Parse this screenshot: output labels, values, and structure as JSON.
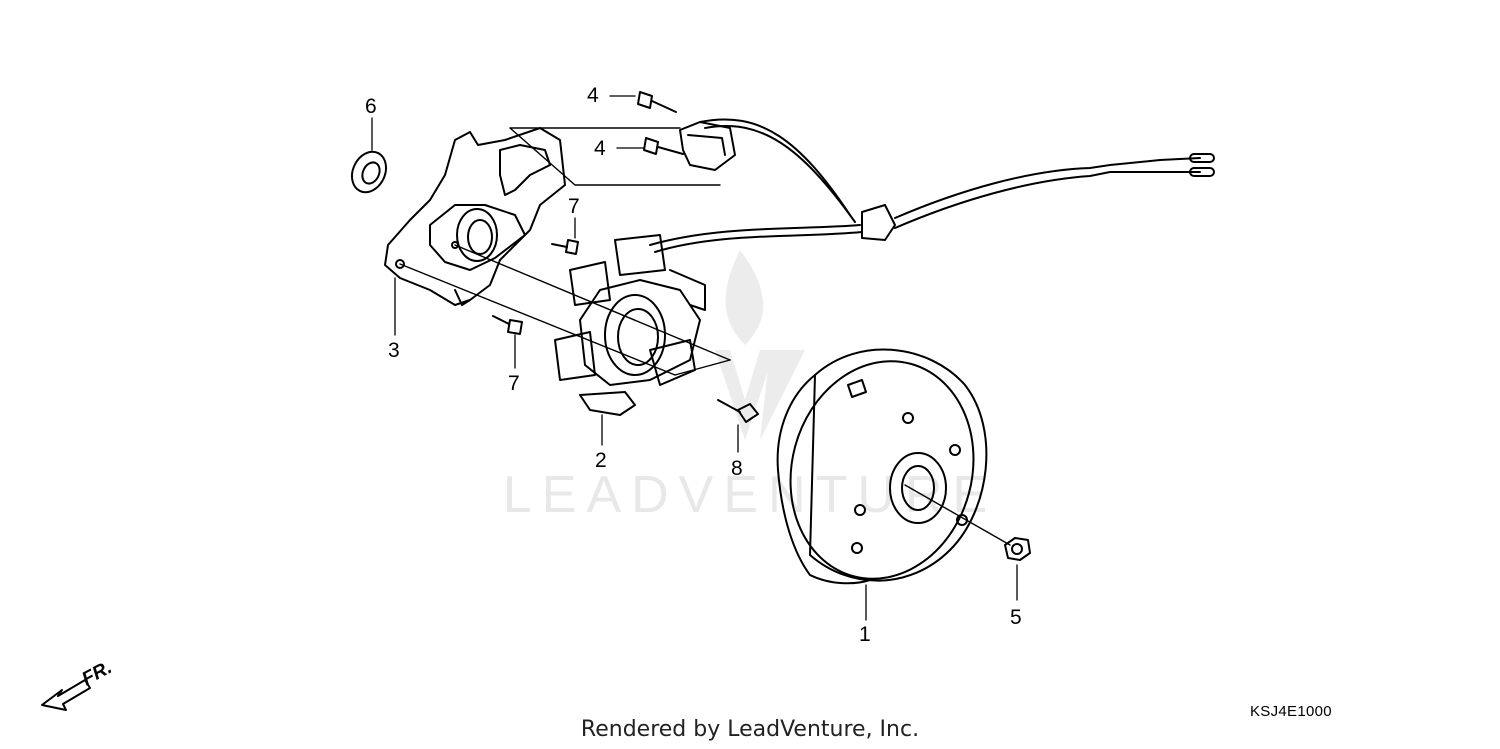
{
  "diagram": {
    "callouts": [
      {
        "id": "1",
        "label": "1"
      },
      {
        "id": "2",
        "label": "2"
      },
      {
        "id": "3",
        "label": "3"
      },
      {
        "id": "4a",
        "label": "4"
      },
      {
        "id": "4b",
        "label": "4"
      },
      {
        "id": "5",
        "label": "5"
      },
      {
        "id": "6",
        "label": "6"
      },
      {
        "id": "7a",
        "label": "7"
      },
      {
        "id": "7b",
        "label": "7"
      },
      {
        "id": "8",
        "label": "8"
      }
    ],
    "front_direction_label": "FR.",
    "diagram_code": "KSJ4E1000",
    "watermark_text": "LEADVENTURE",
    "render_credit": "Rendered by LeadVenture, Inc."
  },
  "colors": {
    "line": "#000000",
    "watermark": "#e6e6e6",
    "background": "#ffffff"
  }
}
